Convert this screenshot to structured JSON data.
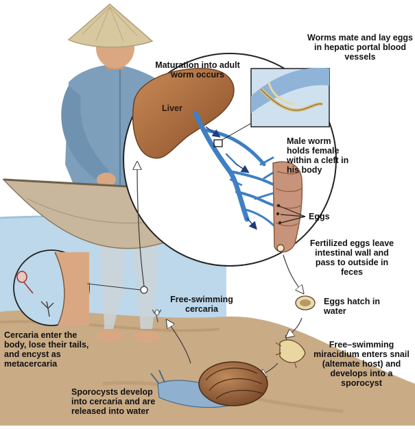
{
  "labels": {
    "worms_mate": "Worms mate and lay eggs in hepatic portal blood vessels",
    "maturation": "Maturation into adult worm occurs",
    "liver": "Liver",
    "male_worm": "Male worm holds female within a cleft in his body",
    "eggs": "Eggs",
    "fertilized": "Fertilized eggs leave intestinal wall and pass to outside in feces",
    "eggs_hatch": "Eggs hatch in water",
    "free_cercaria": "Free-swimming cercaria",
    "cercaria_enter": "Cercaria enter the body, lose their tails, and encyst as metacercaria",
    "miracidium": "Free–swimming miracidium enters snail (altemate host) and develops into a sporocyst",
    "sporocysts": "Sporocysts develop into cercaria and are released into water"
  },
  "colors": {
    "water": "#bcd8ea",
    "sand": "#c9ab86",
    "skin": "#d9a882",
    "shirt": "#7d9fbc",
    "liver": "#a8683a",
    "vessel": "#3f7fc4",
    "intestine": "#c7937a",
    "snail_shell": "#8a5a36",
    "snail_body": "#8fb0cf",
    "boat": "#c8b79c"
  }
}
